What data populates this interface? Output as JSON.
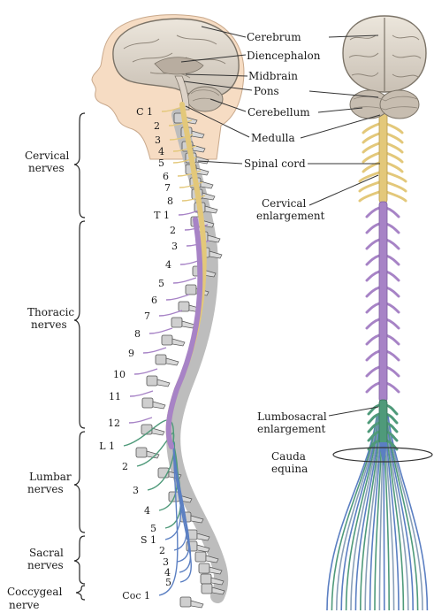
{
  "labels": {
    "cerebrum": "Cerebrum",
    "diencephalon": "Diencephalon",
    "midbrain": "Midbrain",
    "pons": "Pons",
    "cerebellum": "Cerebellum",
    "medulla": "Medulla",
    "spinal_cord": "Spinal cord",
    "cervical_enlargement": [
      "Cervical",
      "enlargement"
    ],
    "lumbosacral_enlargement": [
      "Lumbosacral",
      "enlargement"
    ],
    "cauda_equina": [
      "Cauda",
      "equina"
    ]
  },
  "groups": {
    "cervical": [
      "Cervical",
      "nerves"
    ],
    "thoracic": [
      "Thoracic",
      "nerves"
    ],
    "lumbar": [
      "Lumbar",
      "nerves"
    ],
    "sacral": [
      "Sacral",
      "nerves"
    ],
    "coccygeal": [
      "Coccygeal",
      "nerve"
    ]
  },
  "segments": {
    "cervical": [
      "C 1",
      "2",
      "3",
      "4",
      "5",
      "6",
      "7",
      "8"
    ],
    "thoracic": [
      "T 1",
      "2",
      "3",
      "4",
      "5",
      "6",
      "7",
      "8",
      "9",
      "10",
      "11",
      "12"
    ],
    "lumbar": [
      "L 1",
      "2",
      "3",
      "4",
      "5"
    ],
    "sacral": [
      "S 1",
      "2",
      "3",
      "4",
      "5"
    ],
    "coccygeal": [
      "Coc 1"
    ]
  },
  "colors": {
    "cervical": "#e3c87a",
    "thoracic": "#a783c6",
    "lumbar": "#4f9a7a",
    "sacral": "#5b7fc2",
    "bone": "#bdbdbd",
    "skin": "#f6dcc3",
    "brain": "#d9d2c8"
  }
}
